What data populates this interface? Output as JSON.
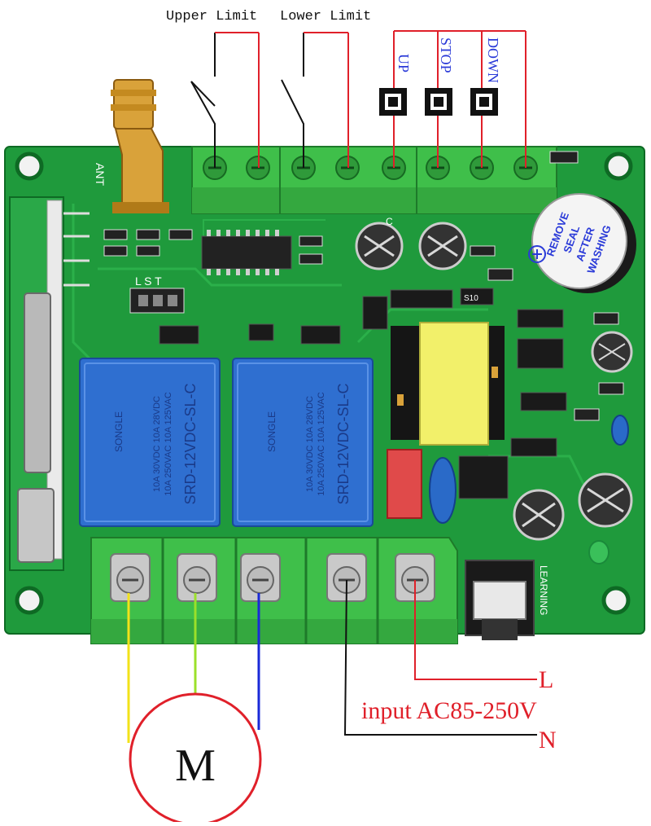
{
  "labels": {
    "upper_limit": "Upper Limit",
    "lower_limit": "Lower Limit",
    "up": "UP",
    "stop": "STOP",
    "down": "DOWN",
    "line_l": "L",
    "input": "input AC85-250V",
    "line_n": "N",
    "motor": "M",
    "learning": "LEARNING",
    "antenna": "ANT",
    "lst": "L S T",
    "buzzer_line1": "REMOVE",
    "buzzer_line2": "SEAL",
    "buzzer_line3": "AFTER",
    "buzzer_line4": "WASHING",
    "relay_model": "SRD-12VDC-SL-C",
    "relay_brand": "SONGLE",
    "relay_rating1": "10A 250VAC  10A 125VAC",
    "relay_rating2": "10A 30VDC  10A 28VDC",
    "cap_label": "C",
    "diode_label": "S10"
  },
  "colors": {
    "board": "#1f9a3c",
    "board_dark": "#137a2c",
    "terminal_green": "#3fbf4a",
    "terminal_light": "#5fe06a",
    "relay_blue": "#2f6fd0",
    "wire_red": "#e0202a",
    "wire_dark": "#111111",
    "wire_yellow": "#f2e21a",
    "wire_green": "#9be02a",
    "wire_blue": "#1a2ad8",
    "label_red": "#e0202a",
    "label_blue": "#2a3ad8"
  },
  "icons": [
    "switch-symbol",
    "push-button-symbol",
    "screw-terminal",
    "relay",
    "antenna-connector",
    "buzzer",
    "capacitor",
    "transformer"
  ]
}
